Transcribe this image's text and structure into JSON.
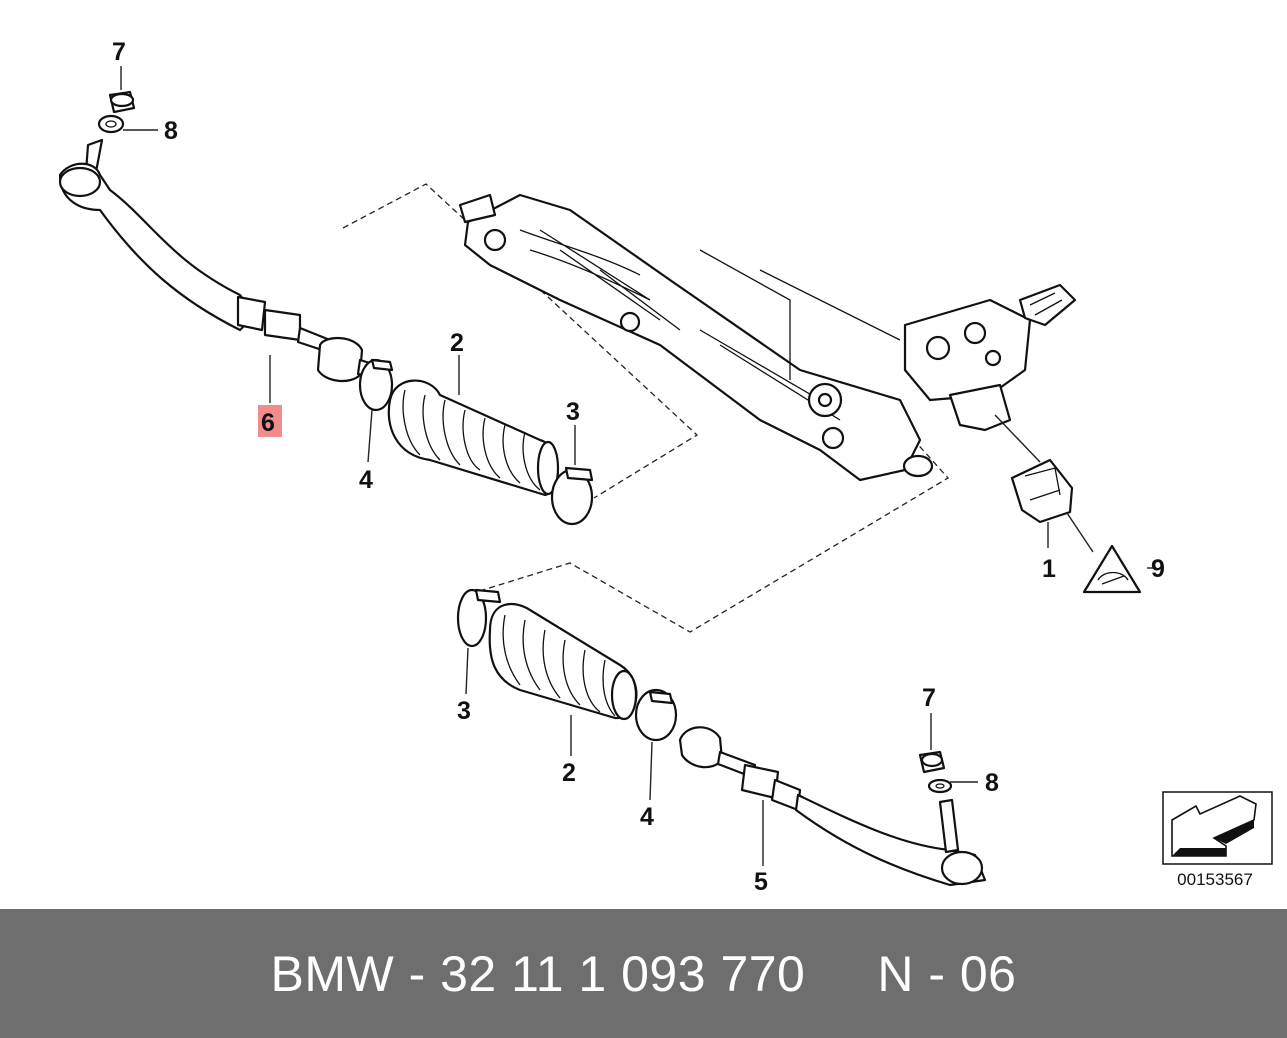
{
  "callouts": {
    "tl_7": "7",
    "tl_8": "8",
    "tl_6": "6",
    "tl_4": "4",
    "tl_2": "2",
    "tl_3": "3",
    "r_1": "1",
    "r_9": "9",
    "b_3": "3",
    "b_2": "2",
    "b_4": "4",
    "b_5": "5",
    "b_7": "7",
    "b_8": "8"
  },
  "highlight_color": "#f28b8b",
  "diagram_id": "00153567",
  "footer": {
    "text": "BMW - 32 11 1 093 770     N - 06"
  }
}
